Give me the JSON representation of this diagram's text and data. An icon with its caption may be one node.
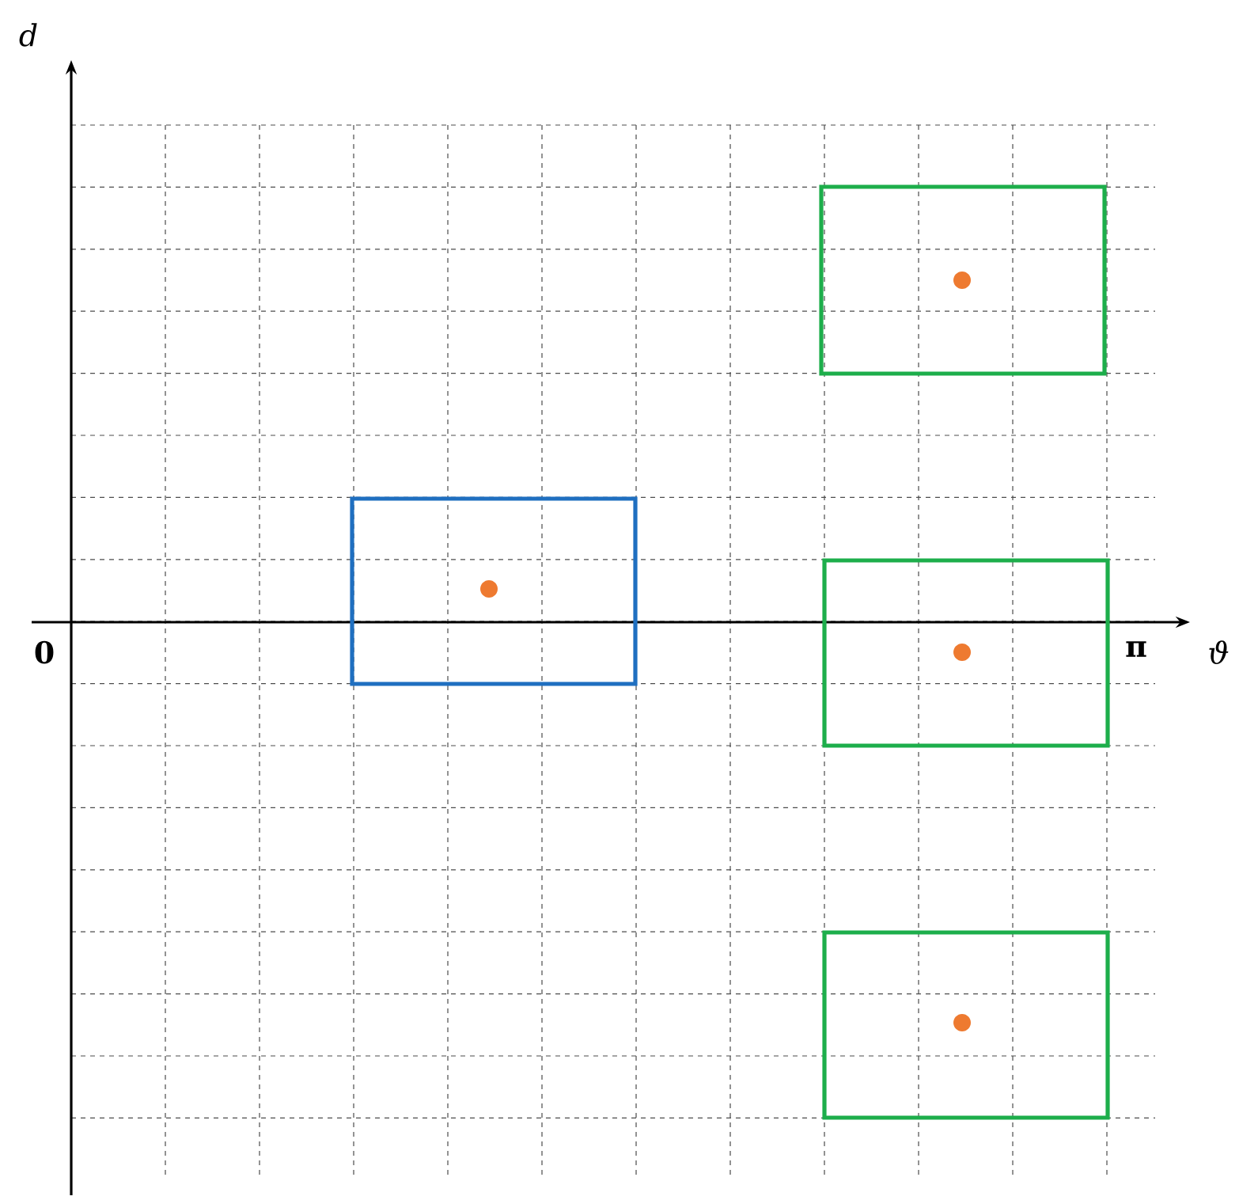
{
  "diagram": {
    "nodes": [
      {
        "text": [],
        "shape": "box"
      },
      {
        "text": [],
        "shape": "circle",
        "in": 0
      },
      {
        "text": [],
        "shape": "box"
      },
      {
        "text": [],
        "shape": "circle",
        "in": 2
      },
      {
        "text": [],
        "shape": "box"
      },
      {
        "text": [],
        "shape": "circle",
        "in": 4
      },
      {
        "text": [],
        "shape": "box"
      },
      {
        "text": [],
        "shape": "circle",
        "in": 6
      }
    ],
    "labels": [
      "d",
      "ϑ",
      "0",
      "π"
    ]
  }
}
